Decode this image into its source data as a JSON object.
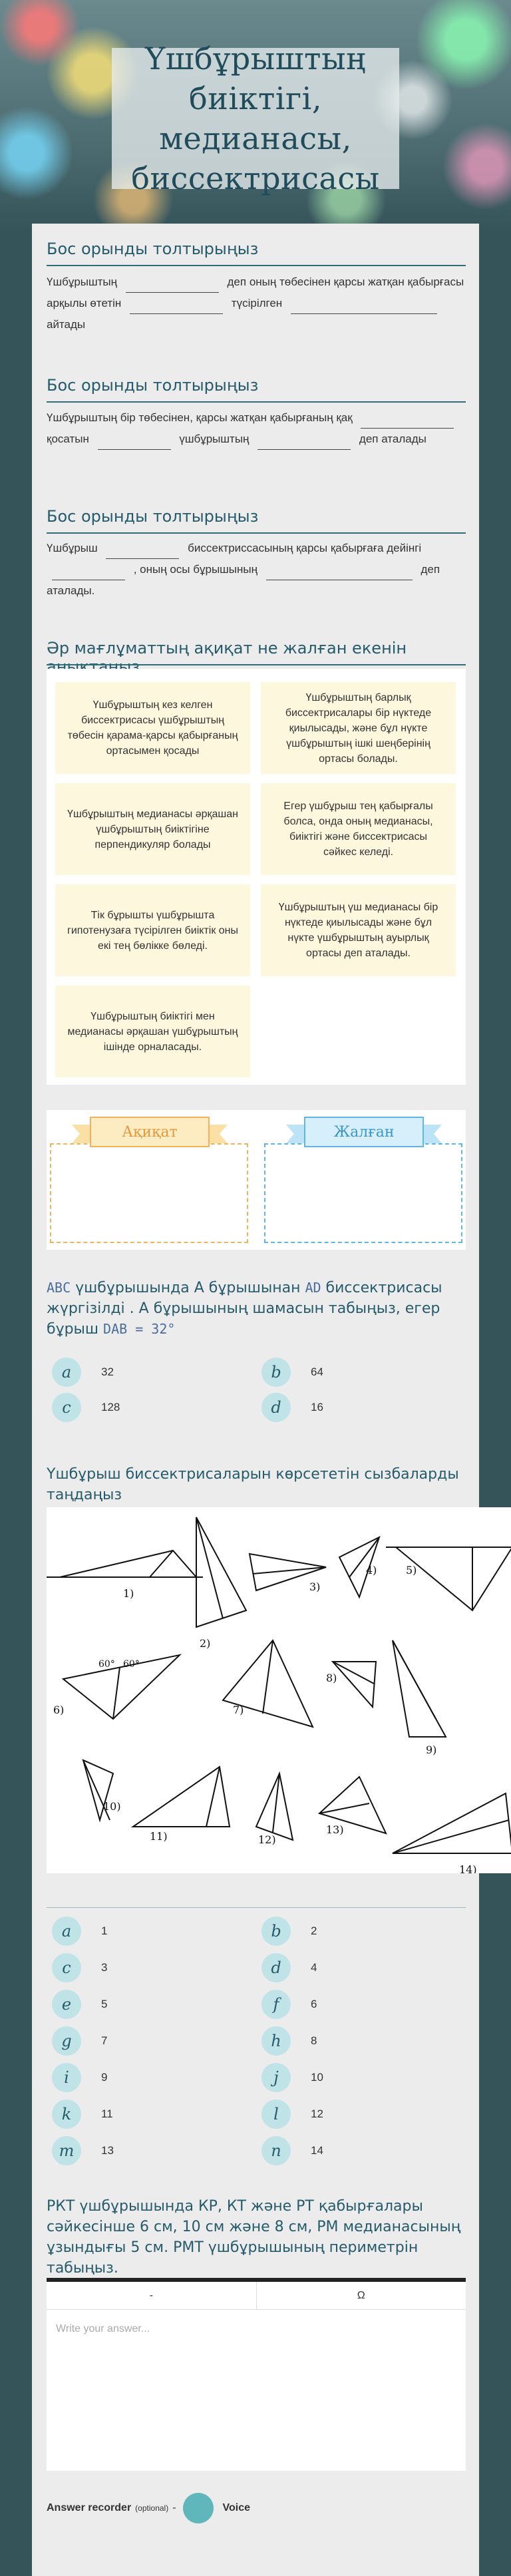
{
  "header": {
    "title_lines": [
      "Үшбұрыштың",
      "биіктігі, медианасы,",
      "биссектрисасы"
    ]
  },
  "q1": {
    "heading": "Бос орынды толтырыңыз",
    "t1": "Үшбұрыштың",
    "t2": "деп оның төбесінен қарсы жатқан қабырғасы арқылы өтетін",
    "t3": "түсірілген",
    "t4": "айтады"
  },
  "q2": {
    "heading": "Бос орынды толтырыңыз",
    "t1": "Үшбұрыштың бір төбесінен, қарсы жатқан қабырғаның қақ",
    "t2": "қосатын",
    "t3": "үшбұрыштың",
    "t4": "деп аталады"
  },
  "q3": {
    "heading": "Бос орынды толтырыңыз",
    "t1": "Үшбұрыш",
    "t2": "биссектриссасының қарсы қабырғаға дейінгі",
    "t3": ", оның осы бұрышының",
    "t4": "деп",
    "t5": "аталады."
  },
  "q4": {
    "heading": "Әр мағлұматтың ақиқат не жалған екенін анықтаңыз",
    "cards": [
      "Үшбұрыштың кез келген биссектрисасы үшбұрыштың төбесін қарама-қарсы қабырғаның ортасымен қосады",
      "Үшбұрыштың барлық биссектрисалары бір нүктеде қиылысады, және бұл нүкте үшбұрыштың ішкі шеңберінің ортасы болады.",
      "Үшбұрыштың медианасы әрқашан үшбұрыштың биіктігіне перпендикуляр болады",
      "Егер үшбұрыш тең қабырғалы болса, онда оның медианасы, биіктігі және биссектрисасы сәйкес келеді.",
      "Тік бұрышты үшбұрышта гипотенузаға түсірілген биіктік оны екі тең бөлікке бөледі.",
      "Үшбұрыштың үш медианасы бір нүктеде қиылысады және бұл нүкте үшбұрыштың ауырлық ортасы деп аталады.",
      "Үшбұрыштың биіктігі мен медианасы әрқашан үшбұрыштың ішінде орналасады."
    ],
    "true_label": "Ақиқат",
    "false_label": "Жалған"
  },
  "q5": {
    "text_a": "ABC",
    "text_b": " үшбұрышында А бұрышынан ",
    "text_c": "AD",
    "text_d": " биссектрисасы жүргізілді . А бұрышының шамасын табыңыз, егер бұрыш ",
    "text_e": "DAB = 32°",
    "options": [
      {
        "letter": "a",
        "value": "32"
      },
      {
        "letter": "b",
        "value": "64"
      },
      {
        "letter": "c",
        "value": "128"
      },
      {
        "letter": "d",
        "value": "16"
      }
    ]
  },
  "q6": {
    "heading": "Үшбұрыш биссектрисаларын көрсететін сызбаларды таңдаңыз",
    "figure_labels": [
      "1)",
      "2)",
      "3)",
      "4)",
      "5)",
      "6)",
      "7)",
      "8)",
      "9)",
      "10)",
      "11)",
      "12)",
      "13)",
      "14)"
    ],
    "angle_labels": [
      "60°",
      "60°"
    ],
    "options": [
      {
        "letter": "a",
        "value": "1"
      },
      {
        "letter": "b",
        "value": "2"
      },
      {
        "letter": "c",
        "value": "3"
      },
      {
        "letter": "d",
        "value": "4"
      },
      {
        "letter": "e",
        "value": "5"
      },
      {
        "letter": "f",
        "value": "6"
      },
      {
        "letter": "g",
        "value": "7"
      },
      {
        "letter": "h",
        "value": "8"
      },
      {
        "letter": "i",
        "value": "9"
      },
      {
        "letter": "j",
        "value": "10"
      },
      {
        "letter": "k",
        "value": "11"
      },
      {
        "letter": "l",
        "value": "12"
      },
      {
        "letter": "m",
        "value": "13"
      },
      {
        "letter": "n",
        "value": "14"
      }
    ]
  },
  "q7": {
    "text": "РКТ үшбұрышында КР, КТ және РТ қабырғалары сәйкесінше 6 см, 10 см және 8 см, РМ медианасының ұзындығы 5 см. РМТ үшбұрышының периметрін табыңыз.",
    "col1": "-",
    "col2": "Ω",
    "placeholder": "Write your answer...",
    "recorder_label": "Answer recorder",
    "recorder_optional": "(optional)",
    "recorder_dash": "-",
    "voice_label": "Voice"
  },
  "colors": {
    "accent": "#265b6c",
    "card_bg": "#fdf7de",
    "true_accent": "#f0b25a",
    "false_accent": "#5fb6e6",
    "badge_bg": "#bfe3e6"
  }
}
